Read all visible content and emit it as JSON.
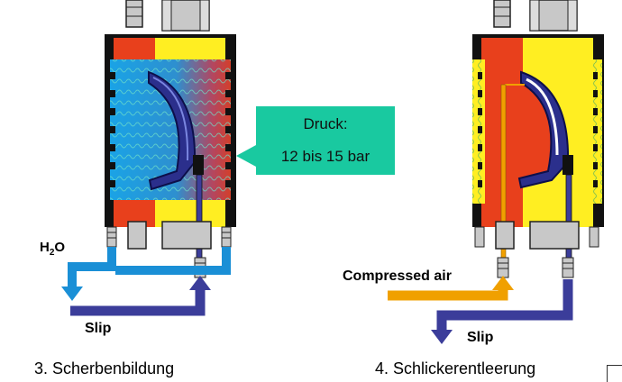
{
  "labels": {
    "h2o_main": "H",
    "h2o_sub": "2",
    "h2o_end": "O",
    "slip_left": "Slip",
    "slip_right": "Slip",
    "compressed_air": "Compressed air",
    "caption_left": "3. Scherbenbildung",
    "caption_right": "4. Schlickerentleerung"
  },
  "callout": {
    "line1": "Druck:",
    "line2": "12 bis 15 bar"
  },
  "colors": {
    "water": "#1a8fd6",
    "slip": "#3b3d9a",
    "air": "#f0a000",
    "mould_red": "#e8401c",
    "mould_yellow": "#ffee22",
    "callout": "#19c9a0"
  }
}
